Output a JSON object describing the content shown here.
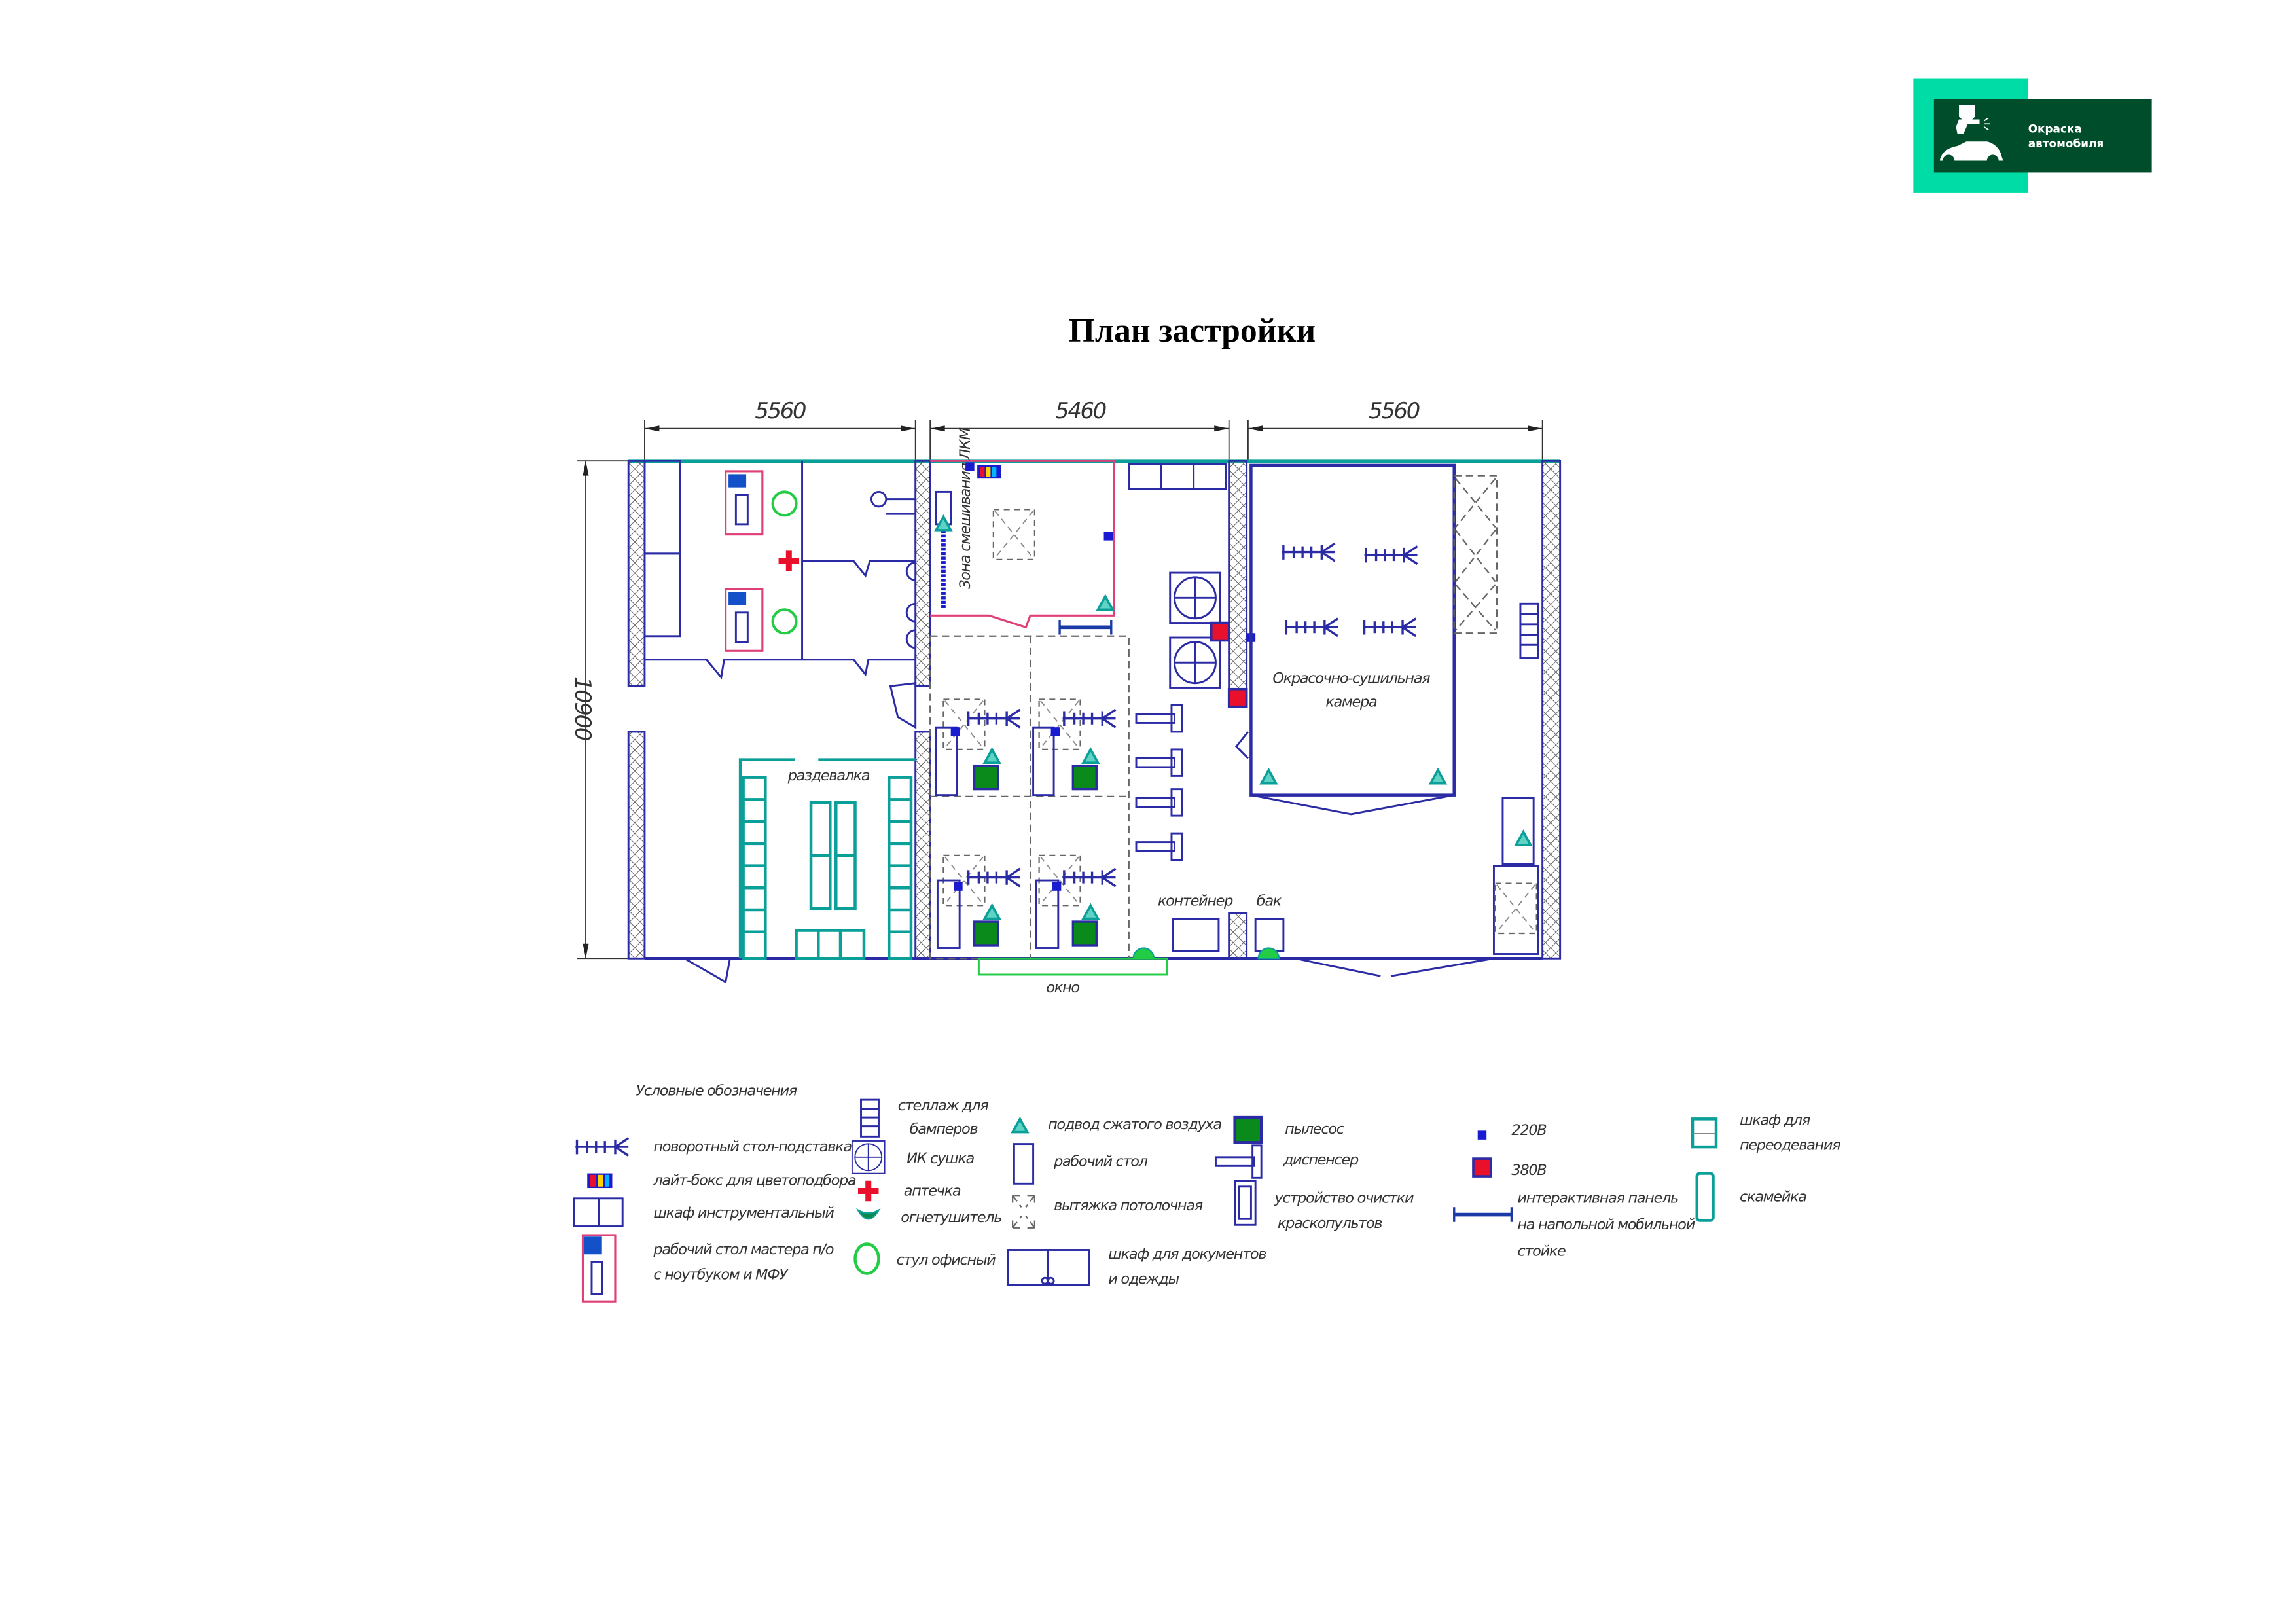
{
  "logo": {
    "line1": "Окраска",
    "line2": "автомобиля",
    "accent": "#00dca6",
    "dark": "#004d2c"
  },
  "title": "План застройки",
  "dimensions": {
    "left_width": "5560",
    "middle_width": "5460",
    "right_width": "5560",
    "height": "10900"
  },
  "rooms": {
    "changing": "раздевалка",
    "mixing_zone": "Зона смешивания ЛКМ",
    "booth_line1": "Окрасочно-сушильная",
    "booth_line2": "камера",
    "container": "контейнер",
    "tank": "бак",
    "window": "окно"
  },
  "legend": {
    "title": "Условные обозначения",
    "items": {
      "turntable": "поворотный стол-подставка",
      "lightbox": "лайт-бокс для цветоподбора",
      "tool_cabinet": "шкаф инструментальный",
      "master_desk_1": "рабочий стол мастера п/о",
      "master_desk_2": "с ноутбуком и МФУ",
      "bumper_rack_1": "стеллаж для",
      "bumper_rack_2": "бамперов",
      "ir_dryer": "ИК сушка",
      "first_aid": "аптечка",
      "extinguisher": "огнетушитель",
      "office_chair": "стул офисный",
      "compressed_air": "подвод сжатого воздуха",
      "workbench": "рабочий стол",
      "ceiling_hood": "вытяжка потолочная",
      "doc_cabinet_1": "шкаф для документов",
      "doc_cabinet_2": "и одежды",
      "vacuum": "пылесос",
      "dispenser": "диспенсер",
      "gun_cleaner_1": "устройство очистки",
      "gun_cleaner_2": "краскопультов",
      "v220": "220В",
      "v380": "380В",
      "panel_1": "интерактивная панель",
      "panel_2": "на напольной мобильной",
      "panel_3": "стойке",
      "locker_1": "шкаф для",
      "locker_2": "переодевания",
      "bench": "скамейка"
    }
  }
}
